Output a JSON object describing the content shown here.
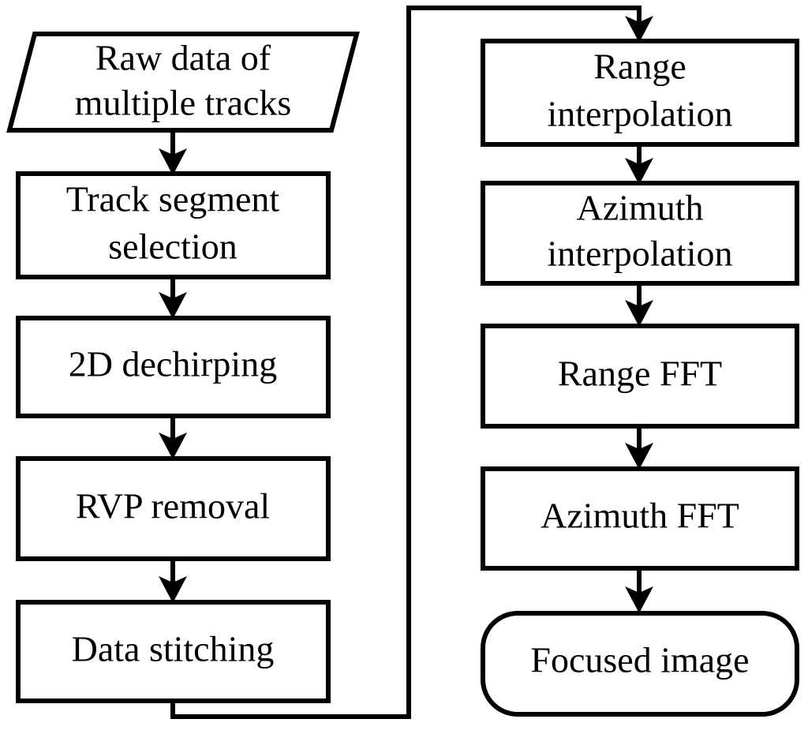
{
  "diagram": {
    "title": "SAR multi-track data processing flowchart",
    "type": "flowchart",
    "orientation": "two-column-vertical",
    "colors": {
      "background": "#ffffff",
      "stroke": "#000000",
      "fill": "#ffffff",
      "text": "#000000"
    },
    "nodes": [
      {
        "id": "raw-data",
        "shape": "parallelogram",
        "column": "left",
        "order": 1,
        "lines": [
          "Raw data of",
          "multiple tracks"
        ],
        "label": "Raw data of multiple tracks"
      },
      {
        "id": "track-segment-selection",
        "shape": "rectangle",
        "column": "left",
        "order": 2,
        "lines": [
          "Track segment",
          "selection"
        ],
        "label": "Track segment selection"
      },
      {
        "id": "2d-dechirping",
        "shape": "rectangle",
        "column": "left",
        "order": 3,
        "lines": [
          "2D dechirping"
        ],
        "label": "2D dechirping"
      },
      {
        "id": "rvp-removal",
        "shape": "rectangle",
        "column": "left",
        "order": 4,
        "lines": [
          "RVP removal"
        ],
        "label": "RVP removal"
      },
      {
        "id": "data-stitching",
        "shape": "rectangle",
        "column": "left",
        "order": 5,
        "lines": [
          "Data stitching"
        ],
        "label": "Data stitching"
      },
      {
        "id": "range-interpolation",
        "shape": "rectangle",
        "column": "right",
        "order": 6,
        "lines": [
          "Range",
          "interpolation"
        ],
        "label": "Range interpolation"
      },
      {
        "id": "azimuth-interpolation",
        "shape": "rectangle",
        "column": "right",
        "order": 7,
        "lines": [
          "Azimuth",
          "interpolation"
        ],
        "label": "Azimuth interpolation"
      },
      {
        "id": "range-fft",
        "shape": "rectangle",
        "column": "right",
        "order": 8,
        "lines": [
          "Range FFT"
        ],
        "label": "Range FFT"
      },
      {
        "id": "azimuth-fft",
        "shape": "rectangle",
        "column": "right",
        "order": 9,
        "lines": [
          "Azimuth FFT"
        ],
        "label": "Azimuth FFT"
      },
      {
        "id": "focused-image",
        "shape": "rounded-rectangle",
        "column": "right",
        "order": 10,
        "lines": [
          "Focused image"
        ],
        "label": "Focused image"
      }
    ],
    "edges": [
      {
        "from": "raw-data",
        "to": "track-segment-selection",
        "style": "straight-down-arrow"
      },
      {
        "from": "track-segment-selection",
        "to": "2d-dechirping",
        "style": "straight-down-arrow"
      },
      {
        "from": "2d-dechirping",
        "to": "rvp-removal",
        "style": "straight-down-arrow"
      },
      {
        "from": "rvp-removal",
        "to": "data-stitching",
        "style": "straight-down-arrow"
      },
      {
        "from": "data-stitching",
        "to": "range-interpolation",
        "style": "orthogonal-wrap-arrow"
      },
      {
        "from": "range-interpolation",
        "to": "azimuth-interpolation",
        "style": "straight-down-arrow"
      },
      {
        "from": "azimuth-interpolation",
        "to": "range-fft",
        "style": "straight-down-arrow"
      },
      {
        "from": "range-fft",
        "to": "azimuth-fft",
        "style": "straight-down-arrow"
      },
      {
        "from": "azimuth-fft",
        "to": "focused-image",
        "style": "straight-down-arrow"
      }
    ]
  }
}
